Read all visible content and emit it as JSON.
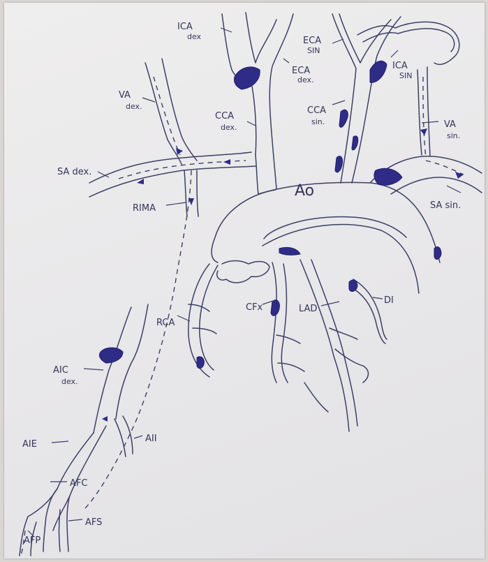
{
  "labels": {
    "ica_dex": [
      "ICA",
      "dex"
    ],
    "eca_dex": [
      "ECA",
      "dex."
    ],
    "eca_sin": [
      "ECA",
      "SIN"
    ],
    "ica_sin": [
      "ICA",
      "SIN"
    ],
    "va_dex": [
      "VA",
      "dex."
    ],
    "cca_dex": [
      "CCA",
      "dex."
    ],
    "cca_sin": [
      "CCA",
      "sin."
    ],
    "va_sin": [
      "VA",
      "sin."
    ],
    "sa_dex": "SA dex.",
    "sa_sin": "SA sin.",
    "ao": "Ao",
    "rima": "RIMA",
    "cfx": "CFx",
    "lad": "LAD",
    "di": "DI",
    "rca": "RCA",
    "aic_dex": [
      "AIC",
      "dex."
    ],
    "aie": "AIE",
    "aii": "AII",
    "afc": "AFC",
    "afs": "AFS",
    "afp": "AFP"
  },
  "colors": {
    "ink": "#3c3f66",
    "plaque": "#2f2c87",
    "paper": "#eceaeb"
  }
}
